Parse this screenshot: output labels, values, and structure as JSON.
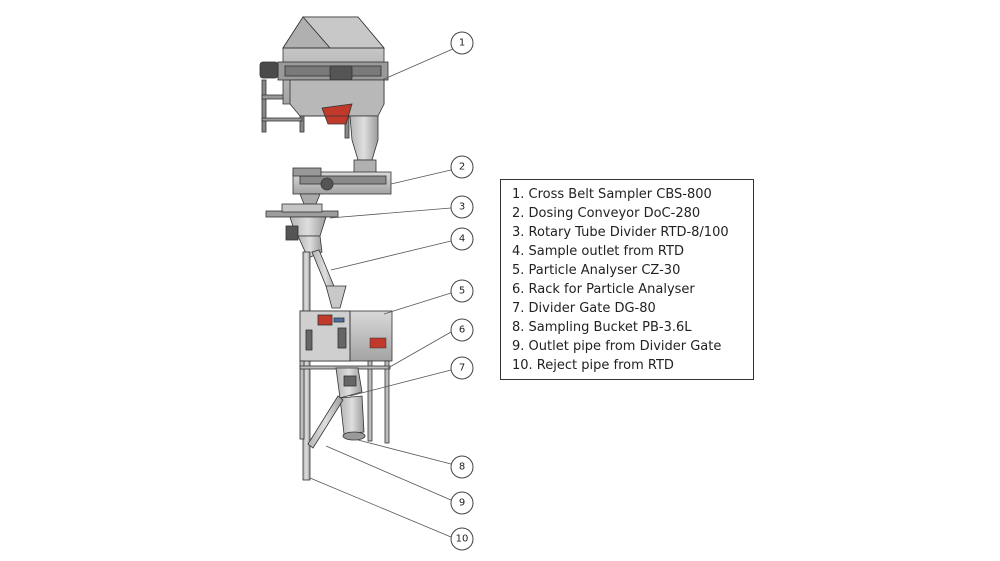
{
  "legend": {
    "items": [
      "1.   Cross Belt Sampler CBS-800",
      "2.   Dosing Conveyor DoC-280",
      "3.   Rotary Tube Divider RTD-8/100",
      "4.   Sample outlet from RTD",
      "5.   Particle Analyser CZ-30",
      "6.   Rack for Particle Analyser",
      "7.   Divider Gate DG-80",
      "8.   Sampling Bucket PB-3.6L",
      "9.   Outlet pipe from Divider Gate",
      "10. Reject pipe from RTD"
    ]
  },
  "callouts": [
    "1",
    "2",
    "3",
    "4",
    "5",
    "6",
    "7",
    "8",
    "9",
    "10"
  ],
  "colors": {
    "metal_light": "#d4d4d4",
    "metal_mid": "#a9a9a9",
    "metal_dark": "#6e6e6e",
    "accent_red": "#c0392b",
    "outline": "#333333"
  }
}
